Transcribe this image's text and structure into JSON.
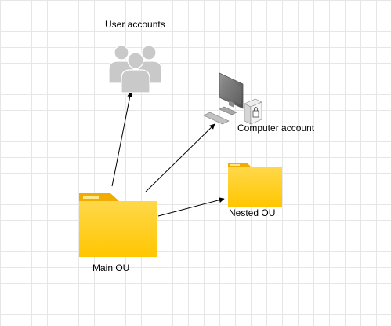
{
  "diagram": {
    "nodes": [
      {
        "id": "user-accounts",
        "label": "User accounts",
        "icon": "users-group-icon"
      },
      {
        "id": "computer-account",
        "label": "Computer account",
        "icon": "desktop-computer-icon"
      },
      {
        "id": "nested-ou",
        "label": "Nested OU",
        "icon": "folder-icon"
      },
      {
        "id": "main-ou",
        "label": "Main OU",
        "icon": "folder-icon"
      }
    ],
    "edges": [
      {
        "from": "main-ou",
        "to": "user-accounts"
      },
      {
        "from": "main-ou",
        "to": "computer-account"
      },
      {
        "from": "main-ou",
        "to": "nested-ou"
      }
    ]
  },
  "colors": {
    "folder": "#ffcc00",
    "folder_tab": "#f2ac00",
    "users": "#c9c9c9",
    "arrow": "#000000",
    "grid": "#e6e6e6"
  }
}
